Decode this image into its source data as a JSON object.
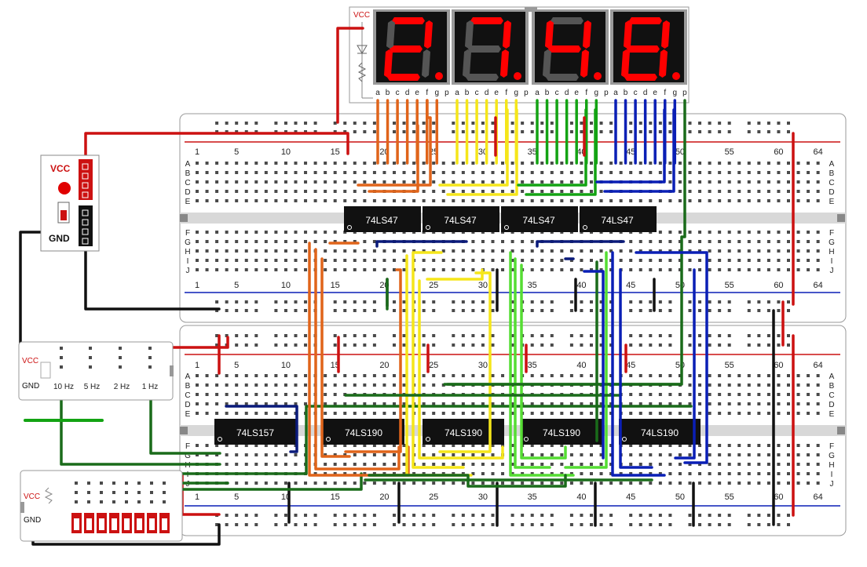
{
  "display": {
    "vcc_label": "VCC",
    "digits": [
      "2",
      "7",
      "4",
      "8"
    ],
    "segment_labels": [
      "a",
      "b",
      "c",
      "d",
      "e",
      "f",
      "g",
      "p"
    ],
    "segment_color": "#ff0000",
    "segment_off_color": "#555555"
  },
  "breadboard_top": {
    "col_numbers": [
      "1",
      "5",
      "10",
      "15",
      "20",
      "25",
      "30",
      "35",
      "40",
      "45",
      "50",
      "55",
      "60",
      "64"
    ],
    "row_labels_upper": [
      "A",
      "B",
      "C",
      "D",
      "E"
    ],
    "row_labels_lower": [
      "F",
      "G",
      "H",
      "I",
      "J"
    ],
    "chips": [
      "74LS47",
      "74LS47",
      "74LS47",
      "74LS47"
    ]
  },
  "breadboard_bottom": {
    "col_numbers": [
      "1",
      "5",
      "10",
      "15",
      "20",
      "25",
      "30",
      "35",
      "40",
      "45",
      "50",
      "55",
      "60",
      "64"
    ],
    "row_labels_upper": [
      "A",
      "B",
      "C",
      "D",
      "E"
    ],
    "row_labels_lower": [
      "F",
      "G",
      "H",
      "I",
      "J"
    ],
    "chips": [
      "74LS157",
      "74LS190",
      "74LS190",
      "74LS190",
      "74LS190"
    ]
  },
  "power_module": {
    "vcc_label": "VCC",
    "gnd_label": "GND"
  },
  "clock_module": {
    "vcc_label": "VCC",
    "gnd_label": "GND",
    "freq_labels": [
      "10 Hz",
      "5 Hz",
      "2 Hz",
      "1 Hz"
    ]
  },
  "switch_module": {
    "vcc_label": "VCC",
    "gnd_label": "GND",
    "switch_count": 8
  },
  "colors": {
    "wire_red": "#cc1111",
    "wire_black": "#111111",
    "wire_blue": "#0a1fb5",
    "wire_green": "#13a313",
    "wire_darkgreen": "#1a6b1a",
    "wire_orange": "#e0641a",
    "wire_yellow": "#f5e61a",
    "wire_lightgreen": "#55dd33",
    "wire_navy": "#0a1a7a"
  }
}
